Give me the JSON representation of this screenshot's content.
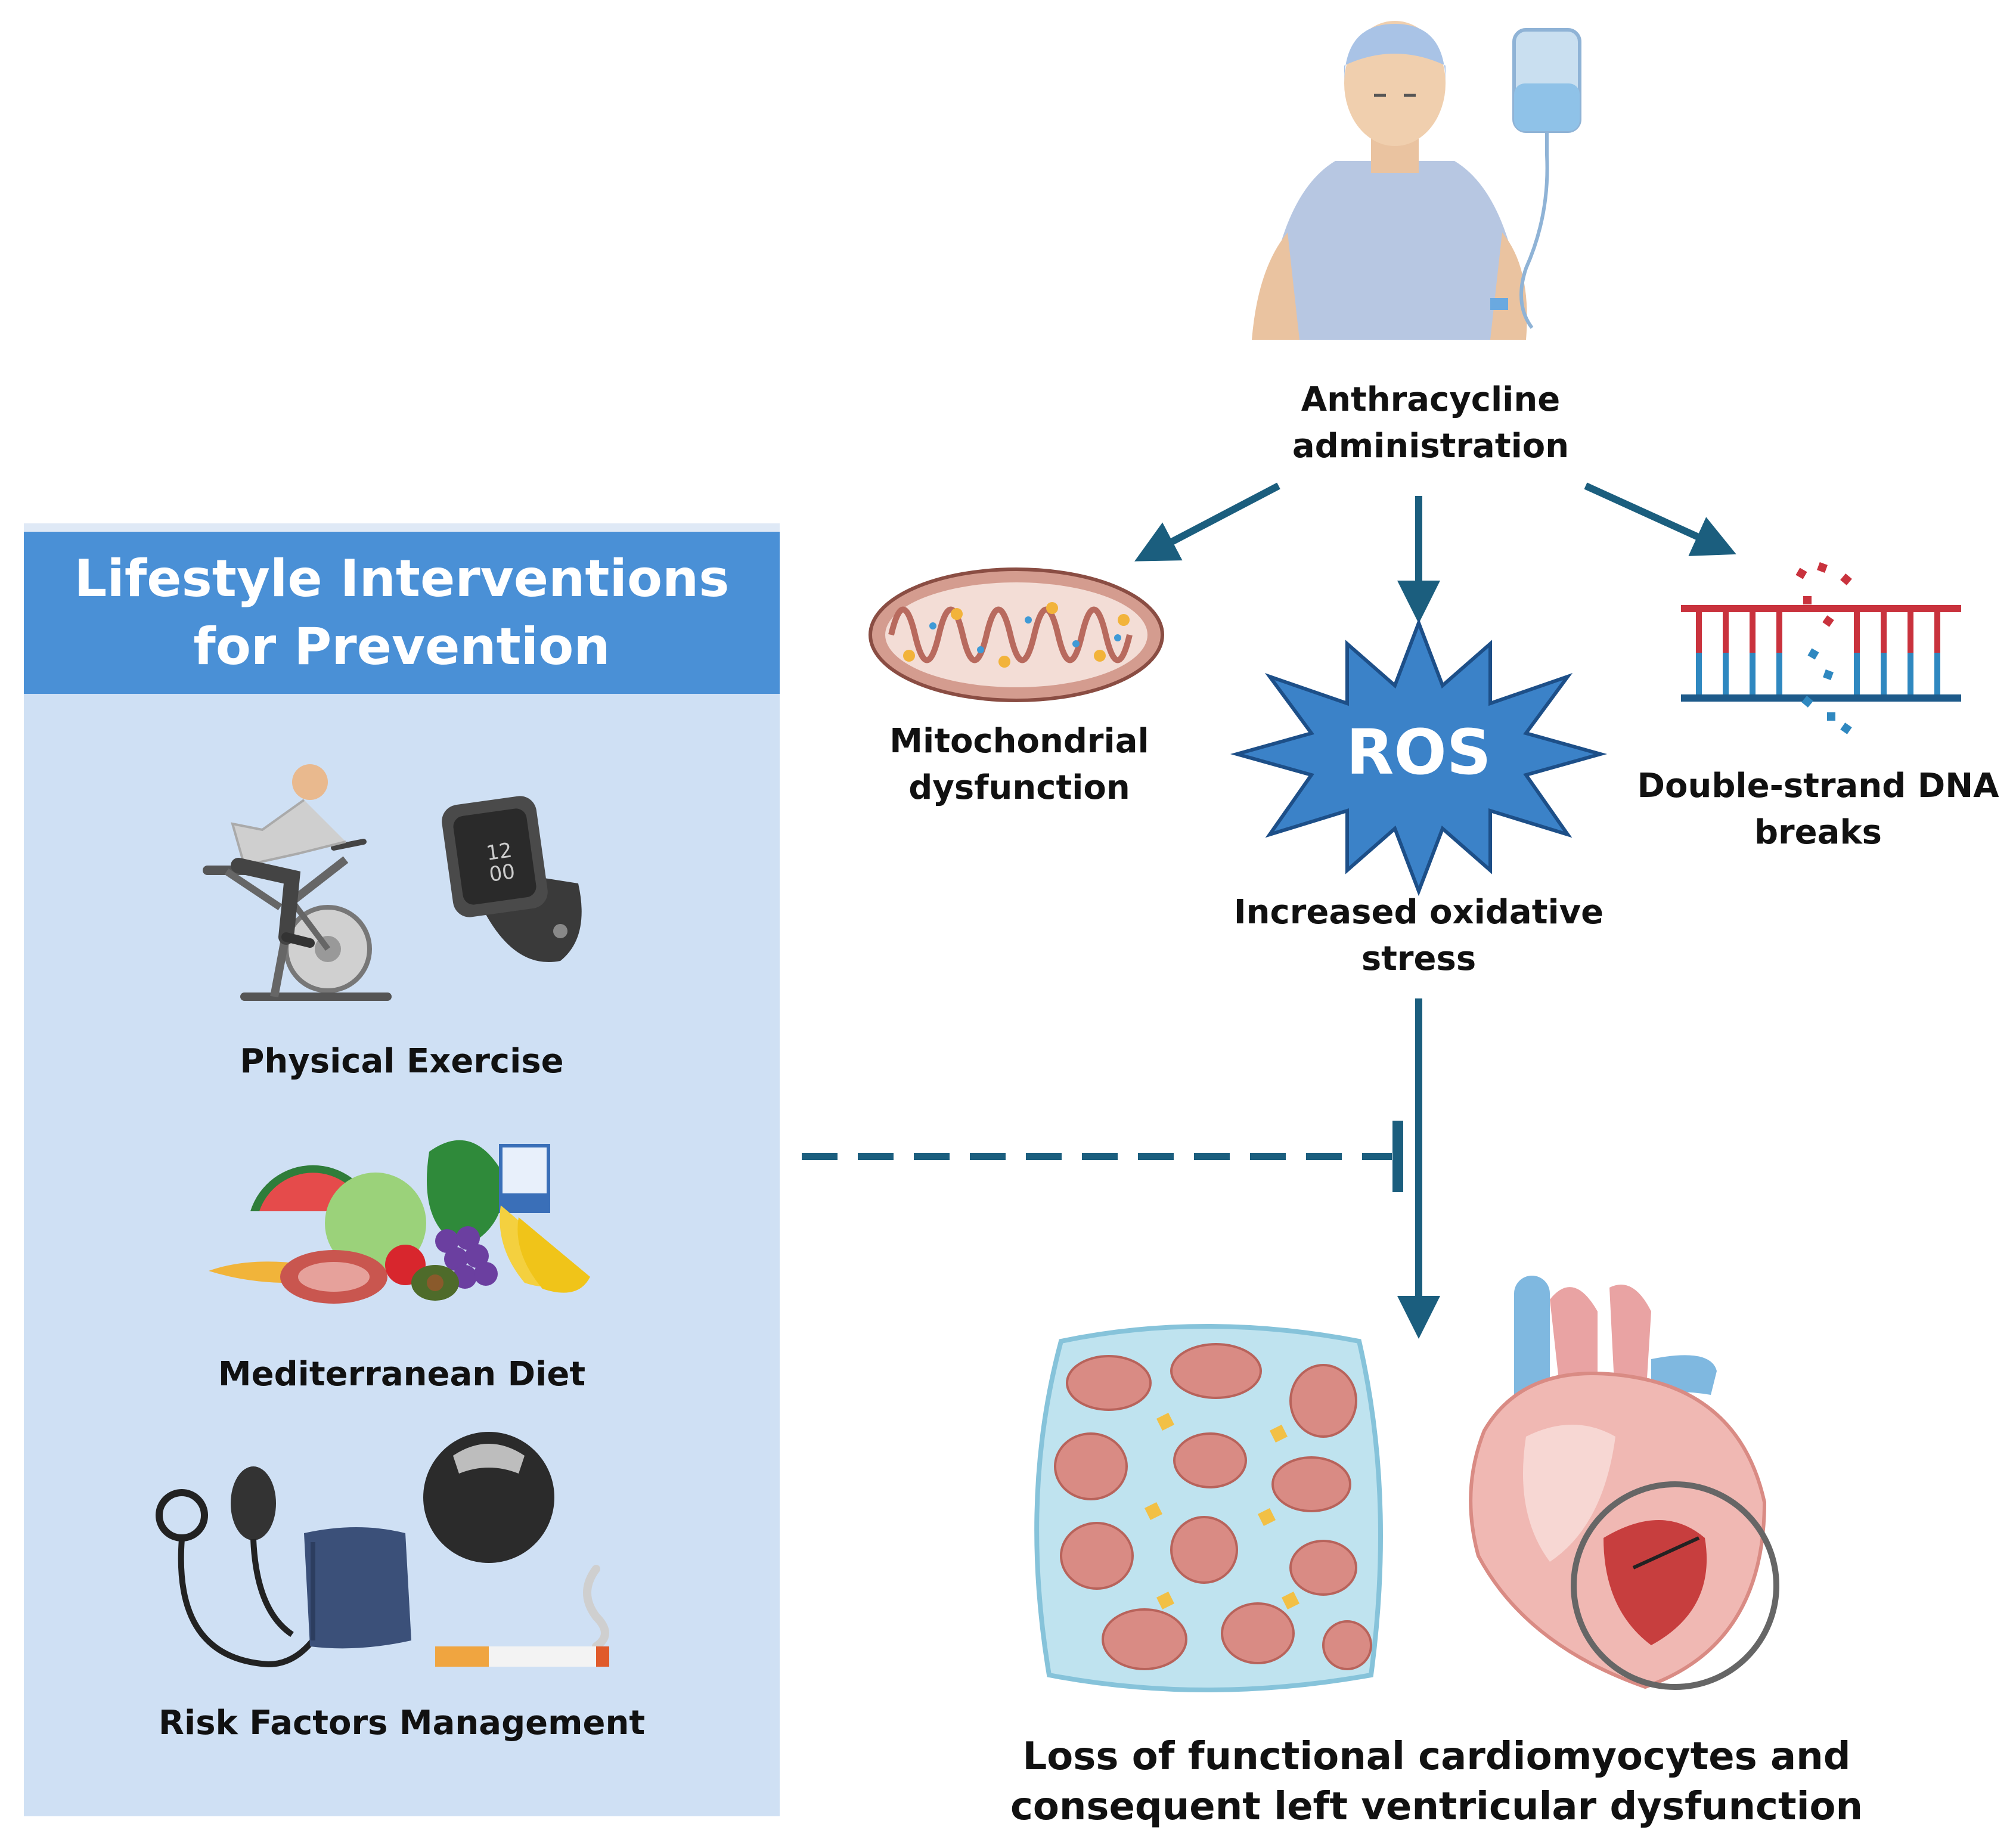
{
  "panel": {
    "title": "Lifestyle Interventions\nfor Prevention",
    "items": [
      {
        "label": "Physical Exercise",
        "icon": "exercise-bike-icon"
      },
      {
        "label": "Mediterranean Diet",
        "icon": "food-icon"
      },
      {
        "label": "Risk Factors Management",
        "icon": "blood-pressure-cuff-icon"
      }
    ],
    "watch_time": "12\n00"
  },
  "pathway": {
    "source": "Anthracycline\nadministration",
    "mito": "Mitochondrial\ndysfunction",
    "ros_badge": "ROS",
    "ros": "Increased oxidative\nstress",
    "dna": "Double-strand DNA\nbreaks",
    "outcome": "Loss of functional cardiomyocytes and\nconsequent left ventricular dysfunction"
  },
  "colors": {
    "arrow": "#1b5e7e",
    "panel_bg": "#cfe0f4",
    "panel_header": "#4a90d6",
    "ros_star": "#3b82c8"
  }
}
